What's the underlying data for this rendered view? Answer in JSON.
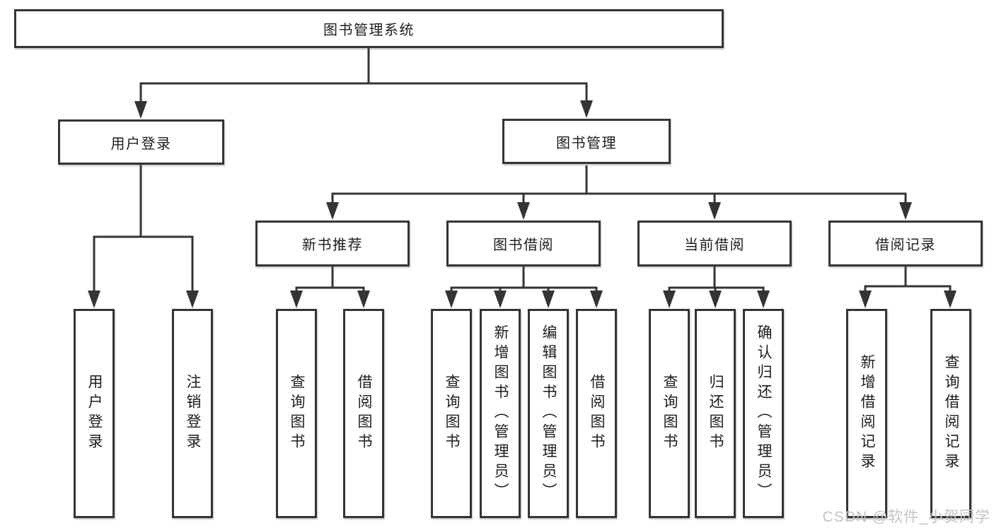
{
  "tree": {
    "root": {
      "label": "图书管理系统"
    },
    "level2": [
      {
        "label": "用户登录"
      },
      {
        "label": "图书管理"
      }
    ],
    "level3": [
      {
        "label": "新书推荐"
      },
      {
        "label": "图书借阅"
      },
      {
        "label": "当前借阅"
      },
      {
        "label": "借阅记录"
      }
    ],
    "leafGroups": [
      {
        "parent": "用户登录",
        "leaves": [
          "用户登录",
          "注销登录"
        ]
      },
      {
        "parent": "新书推荐",
        "leaves": [
          "查询图书",
          "借阅图书"
        ]
      },
      {
        "parent": "图书借阅",
        "leaves": [
          "查询图书",
          "新增图书（管理员）",
          "编辑图书（管理员）",
          "借阅图书"
        ]
      },
      {
        "parent": "当前借阅",
        "leaves": [
          "查询图书",
          "归还图书",
          "确认归还（管理员）"
        ]
      },
      {
        "parent": "借阅记录",
        "leaves": [
          "新增借阅记录",
          "查询借阅记录"
        ]
      }
    ]
  },
  "watermark": {
    "text": "CSDN @软件_小贺同学",
    "color": "#c3c3c3"
  },
  "colors": {
    "line": "#343434",
    "box_border": "#343434",
    "text": "#1d1d1f",
    "background": "#ffffff"
  }
}
